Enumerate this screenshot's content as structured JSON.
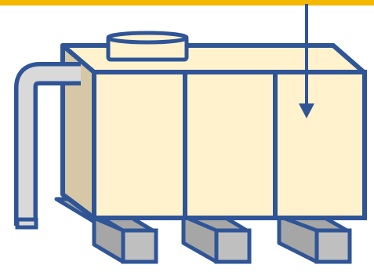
{
  "diagram": {
    "subject": "water-storage-tank",
    "visible_text": [],
    "components": {
      "top_rail": "yellow-band",
      "tank_body": "three-section-front",
      "lid": "round-inspection-hatch",
      "pipe": "bent-overflow-pipe",
      "supports": "three-square-beams",
      "flow_arrow": "downward-into-tank"
    }
  },
  "colors": {
    "outline": "#2f5597",
    "tank_fill": "#fff2cc",
    "side_fill": "#d6c7a6",
    "pipe_fill": "#d9d9d9",
    "beam_face": "#bfbfbf",
    "beam_top": "#a6a6a6",
    "rail": "#f5b800",
    "arrow": "#2f5597",
    "background": "#ffffff"
  }
}
